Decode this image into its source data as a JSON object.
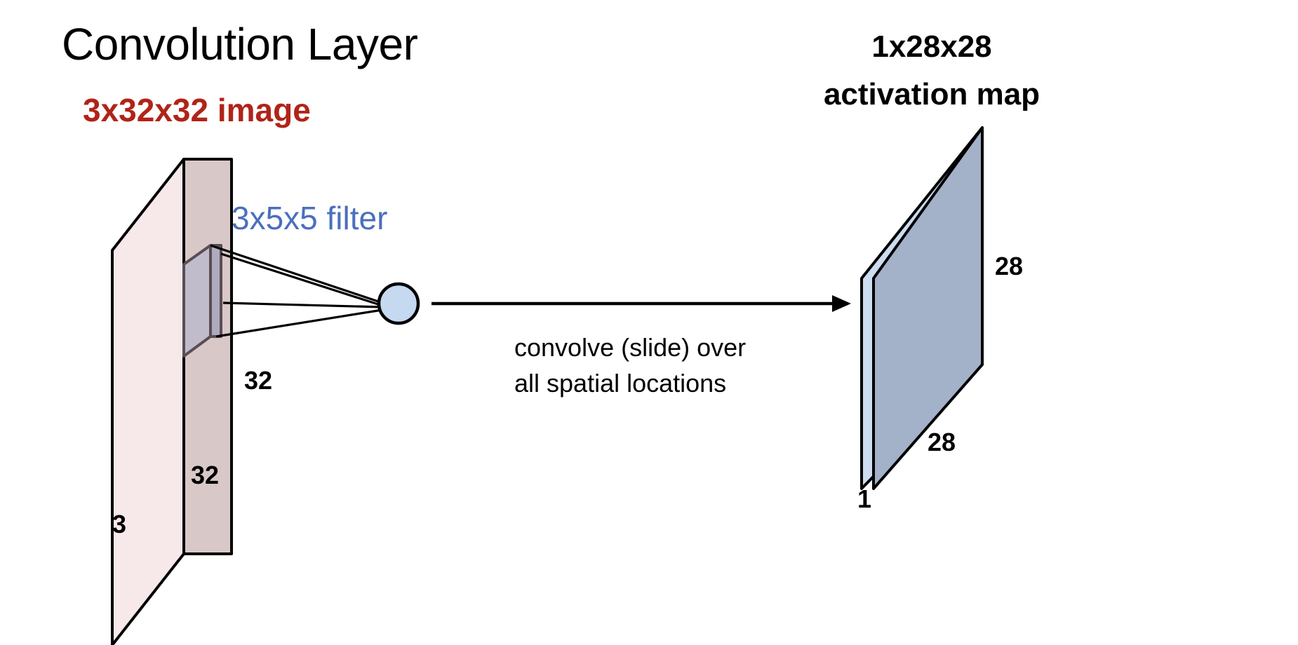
{
  "slide": {
    "title": "Convolution Layer",
    "background_color": "#FFFFFF"
  },
  "input_volume": {
    "caption": "3x32x32 image",
    "caption_color": "#B02418",
    "front_face_color": "#D8C8C8",
    "side_face_color": "#F7E9E9",
    "dim_height_label": "32",
    "dim_width_label": "32",
    "dim_depth_label": "3"
  },
  "filter": {
    "caption": "3x5x5 filter",
    "caption_color": "#4B6FBE",
    "cube_color": "#BDB9CC"
  },
  "neuron": {
    "fill_color": "#C5D9F1",
    "stroke_color": "#000000"
  },
  "arrow": {
    "caption_line1": "convolve (slide) over",
    "caption_line2": "all spatial locations",
    "color": "#000000"
  },
  "output_volume": {
    "title_line1": "1x28x28",
    "title_line2": "activation map",
    "front_face_color": "#A3B1C9",
    "side_face_color": "#CDDCF0",
    "dim_height_label": "28",
    "dim_width_label": "28",
    "dim_depth_label": "1"
  }
}
